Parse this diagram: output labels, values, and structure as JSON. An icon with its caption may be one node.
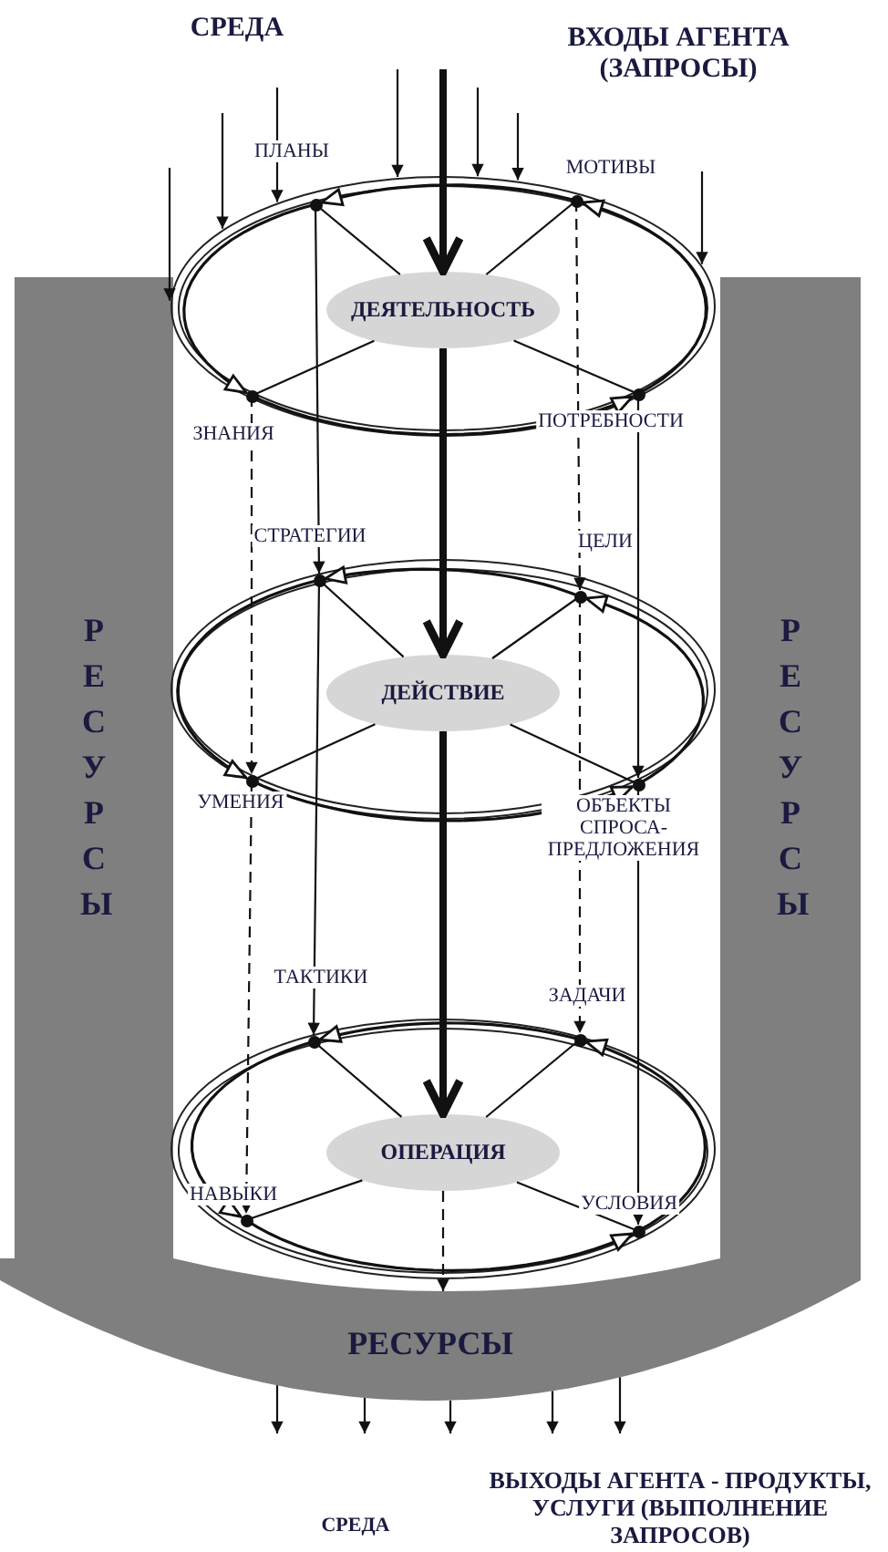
{
  "diagram": {
    "nodes": [
      {
        "text": [],
        "shape": "ellipse"
      },
      {
        "text": [
          "ДЕЯТЕЛЬНОСТЬ"
        ],
        "in": 0
      },
      {
        "text": [],
        "shape": "circle",
        "beside": [
          "ПЛАНЫ"
        ],
        "in": 0
      },
      {
        "text": [],
        "shape": "circle",
        "beside": [
          "МОТИВЫ"
        ],
        "in": 0
      },
      {
        "text": [],
        "shape": "circle",
        "beside": [
          "ЗНАНИЯ"
        ],
        "in": 0
      },
      {
        "text": [],
        "shape": "circle",
        "beside": [
          "ПОТРЕБНОСТИ"
        ],
        "in": 0
      },
      {
        "text": [],
        "shape": "ellipse"
      },
      {
        "text": [
          "ДЕЙСТВИЕ"
        ],
        "in": 6
      },
      {
        "text": [],
        "shape": "circle",
        "beside": [
          "СТРАТЕГИИ"
        ],
        "in": 6
      },
      {
        "text": [],
        "shape": "circle",
        "beside": [
          "ЦЕЛИ"
        ],
        "in": 6
      },
      {
        "text": [],
        "shape": "circle",
        "beside": [
          "УМЕНИЯ"
        ],
        "in": 6
      },
      {
        "text": [],
        "shape": "circle",
        "beside": [
          "ОБЪЕКТЫ СПРОСА-ПРЕДЛОЖЕНИЯ"
        ],
        "in": 6
      },
      {
        "text": [],
        "shape": "ellipse"
      },
      {
        "text": [
          "ОПЕРАЦИЯ"
        ],
        "in": 12
      },
      {
        "text": [],
        "shape": "circle",
        "beside": [
          "ТАКТИКИ"
        ],
        "in": 12
      },
      {
        "text": [],
        "shape": "circle",
        "beside": [
          "ЗАДАЧИ"
        ],
        "in": 12
      },
      {
        "text": [],
        "shape": "circle",
        "beside": [
          "НАВЫКИ"
        ],
        "in": 12
      },
      {
        "text": [],
        "shape": "circle",
        "beside": [
          "УСЛОВИЯ"
        ],
        "in": 12
      },
      {
        "text": [
          "РЕСУРСЫ"
        ]
      },
      {
        "text": [
          "РЕСУРСЫ"
        ]
      },
      {
        "text": [
          "РЕСУРСЫ"
        ]
      }
    ],
    "edges": [
      {
        "from": null,
        "to": 1,
        "arrow": "to",
        "style": "thick"
      },
      {
        "from": 1,
        "to": 7,
        "arrow": "to",
        "style": "thick"
      },
      {
        "from": 7,
        "to": 13,
        "arrow": "to",
        "style": "thick"
      },
      {
        "from": 13,
        "to": 20,
        "arrow": "to",
        "style": "dashed"
      },
      {
        "from": 2,
        "to": 4,
        "arrow": "to"
      },
      {
        "from": 4,
        "to": 5,
        "arrow": "to"
      },
      {
        "from": 5,
        "to": 3,
        "arrow": "to"
      },
      {
        "from": 3,
        "to": 2,
        "arrow": "to"
      },
      {
        "from": 2,
        "to": 1,
        "arrow": "none"
      },
      {
        "from": 3,
        "to": 1,
        "arrow": "none"
      },
      {
        "from": 4,
        "to": 1,
        "arrow": "none"
      },
      {
        "from": 5,
        "to": 1,
        "arrow": "none"
      },
      {
        "from": 8,
        "to": 10,
        "arrow": "to"
      },
      {
        "from": 10,
        "to": 11,
        "arrow": "to"
      },
      {
        "from": 11,
        "to": 9,
        "arrow": "to"
      },
      {
        "from": 9,
        "to": 8,
        "arrow": "to"
      },
      {
        "from": 8,
        "to": 7,
        "arrow": "none"
      },
      {
        "from": 9,
        "to": 7,
        "arrow": "none"
      },
      {
        "from": 10,
        "to": 7,
        "arrow": "none"
      },
      {
        "from": 11,
        "to": 7,
        "arrow": "none"
      },
      {
        "from": 14,
        "to": 16,
        "arrow": "to"
      },
      {
        "from": 16,
        "to": 17,
        "arrow": "to"
      },
      {
        "from": 17,
        "to": 15,
        "arrow": "to"
      },
      {
        "from": 15,
        "to": 14,
        "arrow": "to"
      },
      {
        "from": 14,
        "to": 13,
        "arrow": "none"
      },
      {
        "from": 15,
        "to": 13,
        "arrow": "none"
      },
      {
        "from": 16,
        "to": 13,
        "arrow": "none"
      },
      {
        "from": 17,
        "to": 13,
        "arrow": "none"
      },
      {
        "from": 2,
        "to": 8,
        "arrow": "to"
      },
      {
        "from": 8,
        "to": 14,
        "arrow": "to"
      },
      {
        "from": 3,
        "to": 9,
        "arrow": "to",
        "style": "dashed"
      },
      {
        "from": 9,
        "to": 15,
        "arrow": "to",
        "style": "dashed"
      },
      {
        "from": 4,
        "to": 10,
        "arrow": "to",
        "style": "dashed"
      },
      {
        "from": 10,
        "to": 16,
        "arrow": "to",
        "style": "dashed"
      },
      {
        "from": 5,
        "to": 11,
        "arrow": "to"
      },
      {
        "from": 11,
        "to": 17,
        "arrow": "to"
      },
      {
        "from": null,
        "to": 0,
        "arrow": "to"
      },
      {
        "from": null,
        "to": 0,
        "arrow": "to"
      },
      {
        "from": null,
        "to": 0,
        "arrow": "to"
      },
      {
        "from": null,
        "to": 0,
        "arrow": "to"
      },
      {
        "from": null,
        "to": 0,
        "arrow": "to"
      },
      {
        "from": null,
        "to": 0,
        "arrow": "to"
      },
      {
        "from": null,
        "to": 0,
        "arrow": "to"
      },
      {
        "from": 20,
        "to": null,
        "arrow": "to"
      },
      {
        "from": 20,
        "to": null,
        "arrow": "to"
      },
      {
        "from": 20,
        "to": null,
        "arrow": "to"
      },
      {
        "from": 20,
        "to": null,
        "arrow": "to"
      },
      {
        "from": 20,
        "to": null,
        "arrow": "to"
      }
    ],
    "labels": [
      "СРЕДА",
      "ВХОДЫ АГЕНТА (ЗАПРОСЫ)",
      "ВЫХОДЫ АГЕНТА - ПРОДУКТЫ, УСЛУГИ (ВЫПОЛНЕНИЕ ЗАПРОСОВ)",
      "СРЕДА"
    ]
  }
}
